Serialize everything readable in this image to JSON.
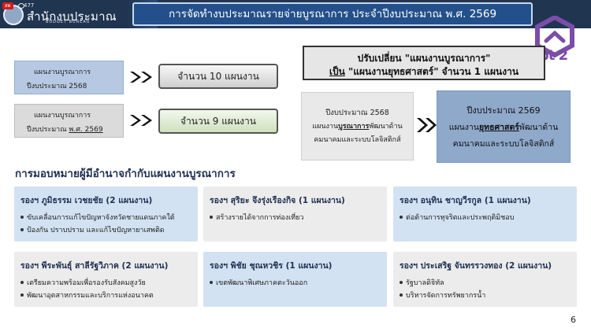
{
  "header": {
    "live_badge": "สด",
    "viewer_count": "477",
    "org_name": "สำนักงบประมาณ",
    "org_sub": "BUDGET BUREAU",
    "title": "การจัดทำงบประมาณรายจ่ายบูรณาการ ประจำปีงบประมาณ พ.ศ. 2569",
    "channel_logo": "nbt 2",
    "colors": {
      "header_bg": "#1f3550",
      "title_bg": "#23508a",
      "channel": "#7a4da8"
    }
  },
  "comparison": {
    "row_2568": {
      "label_line1": "แผนงานบูรณาการ",
      "label_line2": "ปีงบประมาณ 2568",
      "count": "จำนวน  10 แผนงาน"
    },
    "row_2569": {
      "label_line1": "แผนงานบูรณาการ",
      "label_line2_prefix": "ปีงบประมาณ ",
      "label_line2_underlined": "พ.ศ. 2569",
      "count": "จำนวน  9  แผนงาน"
    }
  },
  "change_note": {
    "line1": "ปรับเปลี่ยน \"แผนงานบูรณาการ\"",
    "line2_prefix": "เป็น",
    "line2_bold": " \"แผนงานยุทธศาสตร์\"",
    "line2_suffix": "  จำนวน 1 แผนงาน"
  },
  "plan_change": {
    "old": {
      "year": "ปีงบประมาณ 2568",
      "line2_prefix": "แผนงาน",
      "line2_underlined": "บูรณาการ",
      "line2_suffix": "พัฒนาด้าน",
      "line3": "คมนาคมและระบบโลจิสติกส์"
    },
    "new": {
      "year": "ปีงบประมาณ 2569",
      "line2_prefix": "แผนงาน",
      "line2_underlined": "ยุทธศาสตร์",
      "line2_suffix": "พัฒนาด้าน",
      "line3": "คมนาคมและระบบโลจิสติกส์"
    }
  },
  "assignment": {
    "heading": "การมอบหมายผู้มีอำนาจกำกับแผนงานบูรณาการ",
    "cards": [
      {
        "title": "รองฯ ภูมิธรรม เวชยชัย (2 แผนงาน)",
        "items": [
          "ขับเคลื่อนการแก้ไขปัญหาจังหวัดชายแดนภาคใต้",
          "ป้องกัน ปราบปราม และแก้ไขปัญหายาเสพติด"
        ]
      },
      {
        "title": "รองฯ สุริยะ จึงรุ่งเรืองกิจ (1 แผนงาน)",
        "items": [
          "สร้างรายได้จากการท่องเที่ยว"
        ]
      },
      {
        "title": "รองฯ อนุทิน ชาญวีรกูล (1 แผนงาน)",
        "items": [
          "ต่อต้านการทุจริตและประพฤติมิชอบ"
        ]
      },
      {
        "title": "รองฯ พีระพันธุ์ สาลีรัฐวิภาค (2 แผนงาน)",
        "items": [
          "เตรียมความพร้อมเพื่อรองรับสังคมสูงวัย",
          "พัฒนาอุตสาหกรรมและบริการแห่งอนาคต"
        ]
      },
      {
        "title": "รองฯ พิชัย ชุณหวชิร (1 แผนงาน)",
        "items": [
          "เขตพัฒนาพิเศษภาคตะวันออก"
        ]
      },
      {
        "title": "รองฯ ประเสริฐ จันทรรวงทอง (2 แผนงาน)",
        "items": [
          "รัฐบาลดิจิทัล",
          "บริหารจัดการทรัพยากรน้ำ"
        ]
      }
    ]
  },
  "page_number": "6"
}
